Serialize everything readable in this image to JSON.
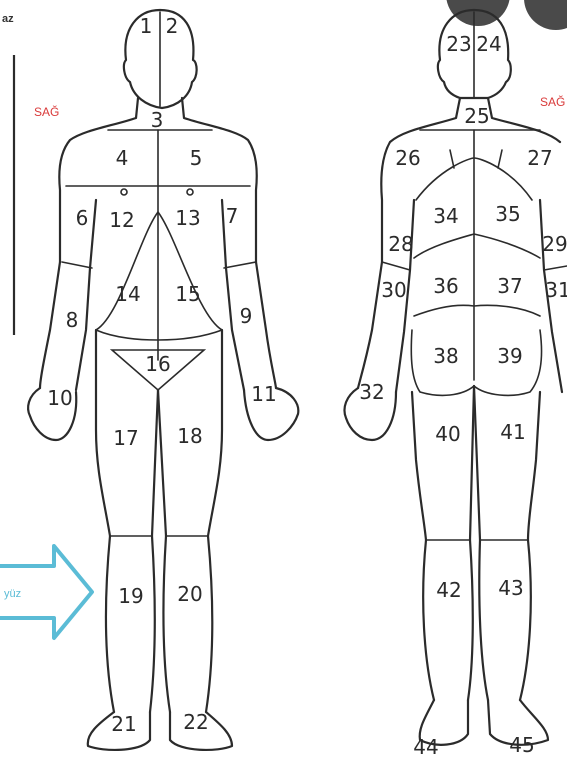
{
  "labels": {
    "top_left": "az",
    "side_left": "SAĞ",
    "side_right": "SAĞ",
    "arrow": "yüz"
  },
  "colors": {
    "line": "#2b2b2b",
    "accent_red": "#d93a3a",
    "arrow": "#5bbcd6"
  },
  "front_regions": [
    "1",
    "2",
    "3",
    "4",
    "5",
    "6",
    "7",
    "8",
    "9",
    "10",
    "11",
    "12",
    "13",
    "14",
    "15",
    "16",
    "17",
    "18",
    "19",
    "20",
    "21",
    "22"
  ],
  "back_regions": [
    "23",
    "24",
    "25",
    "26",
    "27",
    "28",
    "29",
    "30",
    "31",
    "32",
    "34",
    "35",
    "36",
    "37",
    "38",
    "39",
    "40",
    "41",
    "42",
    "43",
    "44",
    "45"
  ]
}
